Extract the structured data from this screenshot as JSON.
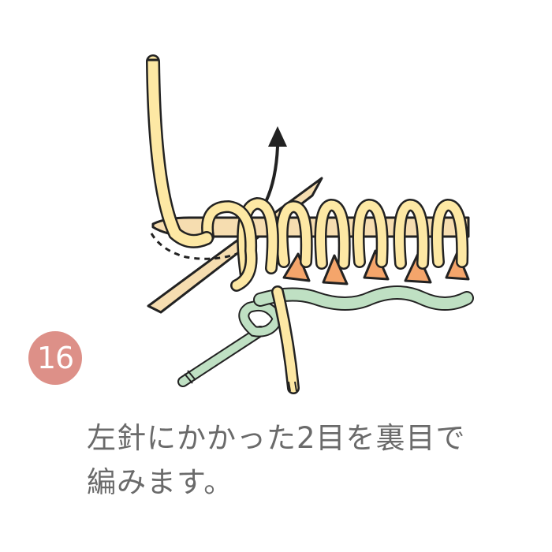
{
  "step": {
    "number": "16",
    "badge_color": "#dd9088"
  },
  "caption": {
    "line1": "左針にかかった2目を裏目で",
    "line2": "編みます。"
  },
  "colors": {
    "needle": "#f6ddb0",
    "yarn_yellow": "#fde8a4",
    "yarn_orange": "#f4a56b",
    "yarn_green": "#bfe0c3",
    "outline": "#222222"
  }
}
